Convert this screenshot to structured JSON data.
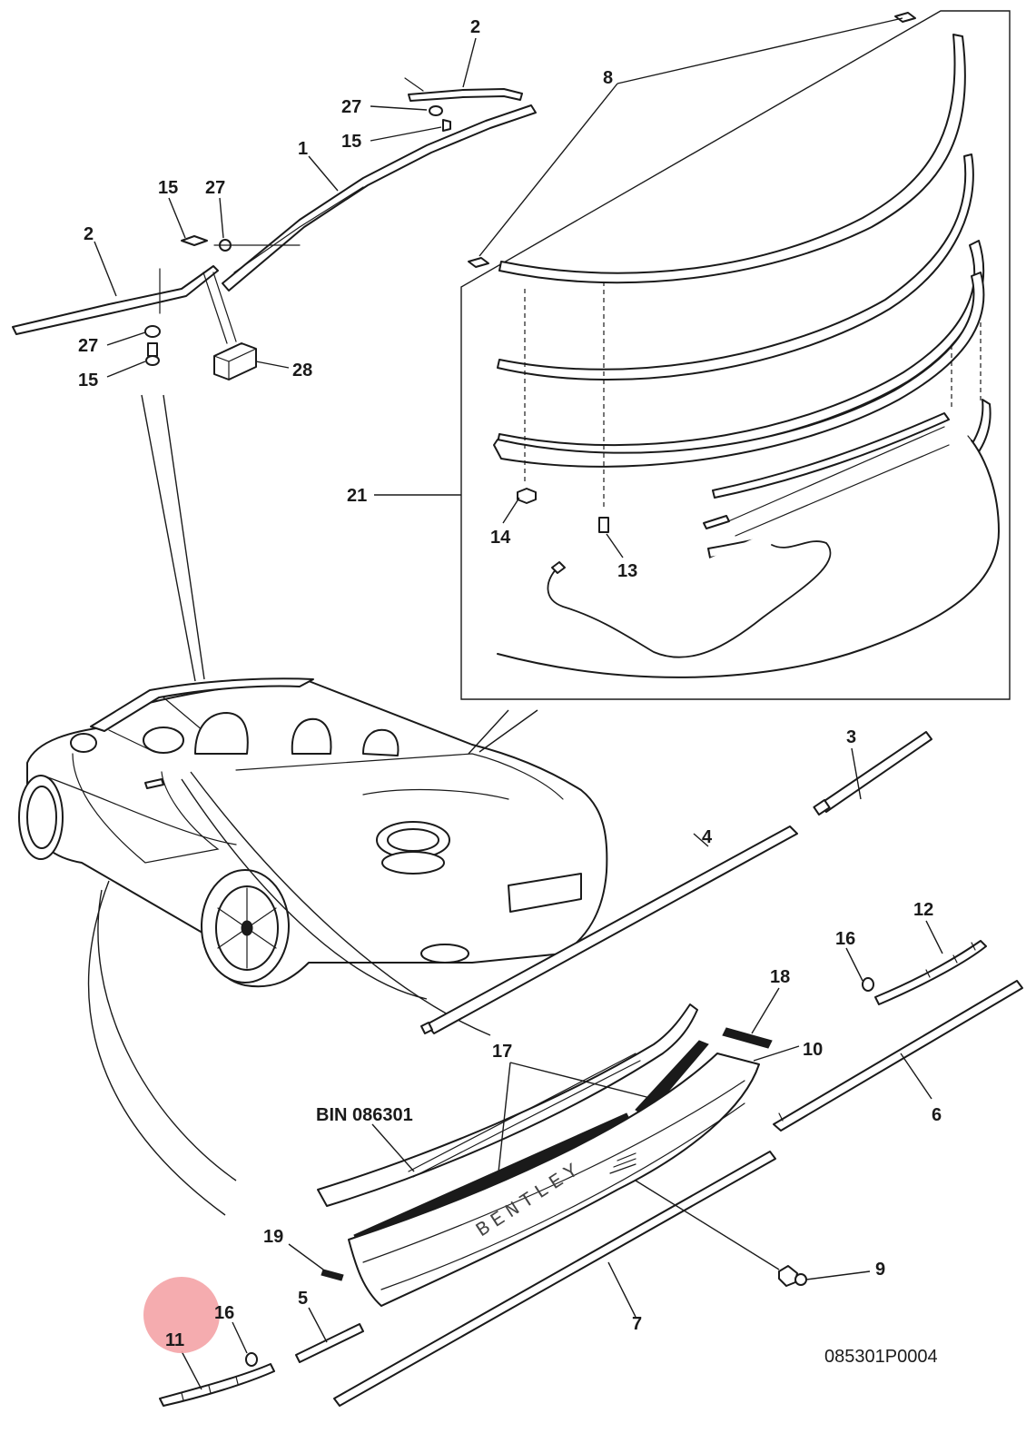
{
  "labels": {
    "l1": "1",
    "l2a": "2",
    "l2b": "2",
    "l3": "3",
    "l4": "4",
    "l5": "5",
    "l6": "6",
    "l7": "7",
    "l8": "8",
    "l9": "9",
    "l10": "10",
    "l11": "11",
    "l12": "12",
    "l13": "13",
    "l14": "14",
    "l15a": "15",
    "l15b": "15",
    "l15c": "15",
    "l16a": "16",
    "l16b": "16",
    "l17": "17",
    "l18": "18",
    "l19": "19",
    "l21": "21",
    "l27a": "27",
    "l27b": "27",
    "l27c": "27",
    "l28": "28"
  },
  "bin_note": "BIN 086301",
  "sill_lettering": "BENTLEY",
  "drawing_ref": "085301P0004",
  "colors": {
    "line": "#1a1a1a",
    "highlight": "#f4a3a6"
  }
}
